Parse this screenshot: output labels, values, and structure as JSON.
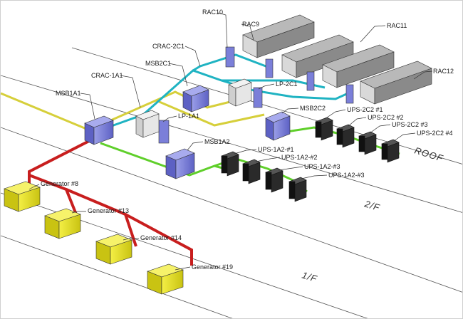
{
  "colors": {
    "yellow": "#d6cf3a",
    "green": "#5fcf2a",
    "red": "#c81e1e",
    "cyan": "#1fb3c2",
    "switchgear": "#7b7fd9",
    "ups": "#222222",
    "generator": "#e9e31c",
    "rac": "#8d8d8d"
  },
  "floors": [
    "ROOF",
    "2/F",
    "1/F"
  ],
  "equipment": {
    "rac10": "RAC10",
    "rac9": "RAC9",
    "rac11": "RAC11",
    "rac12": "RAC12",
    "crac2c1": "CRAC-2C1",
    "msb2c1": "MSB2C1",
    "lp2c1": "LP-2C1",
    "crac1a1": "CRAC-1A1",
    "msb1a1": "MSB1A1",
    "lp1a1": "LP-1A1",
    "msb2c2": "MSB2C2",
    "ups2c2_1": "UPS-2C2 #1",
    "ups2c2_2": "UPS-2C2 #2",
    "ups2c2_3": "UPS-2C2 #3",
    "ups2c2_4": "UPS-2C2 #4",
    "msb1a2": "MSB1A2",
    "ups1a2_1": "UPS-1A2-#1",
    "ups1a2_2": "UPS-1A2-#2",
    "ups1a2_3": "UPS-1A2-#3",
    "ups1a2_3b": "UPS-1A2-#3",
    "gen8": "Generator #8",
    "gen13": "Generator #13",
    "gen14": "Generator #14",
    "gen19": "Generator #19"
  }
}
